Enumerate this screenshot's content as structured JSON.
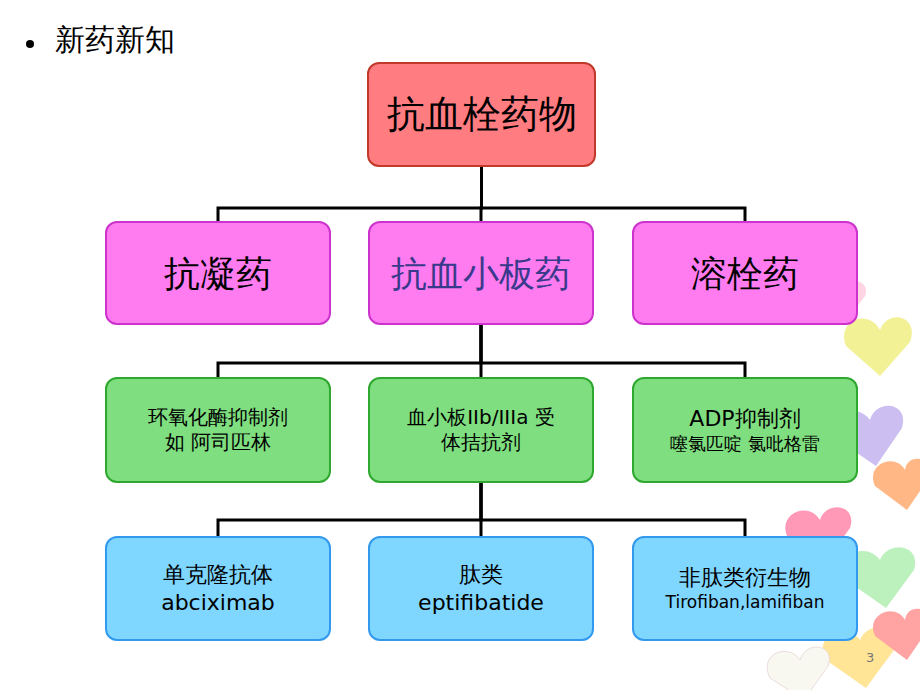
{
  "diagram": {
    "title": "新药新知",
    "nodes": [
      {
        "text": [
          "抗血栓药物"
        ]
      },
      {
        "text": [
          "抗凝药"
        ]
      },
      {
        "text": [
          "抗血小板药"
        ]
      },
      {
        "text": [
          "溶栓药"
        ]
      },
      {
        "text": [
          "环氧化酶抑制剂 如 阿司匹林"
        ]
      },
      {
        "text": [
          "血小板IIb/IIIa 受体拮抗剂"
        ]
      },
      {
        "text": [
          "ADP抑制剂",
          "噻氯匹啶 氯吡格雷"
        ]
      },
      {
        "text": [
          "单克隆抗体",
          "abciximab"
        ]
      },
      {
        "text": [
          "肽类",
          "eptifibatide"
        ]
      },
      {
        "text": [
          "非肽类衍生物",
          "Tirofiban,lamifiban"
        ]
      }
    ],
    "edges": [
      {
        "from": 0,
        "to": 1,
        "arrow": "none"
      },
      {
        "from": 0,
        "to": 2,
        "arrow": "none"
      },
      {
        "from": 0,
        "to": 3,
        "arrow": "none"
      },
      {
        "from": 2,
        "to": 4,
        "arrow": "none"
      },
      {
        "from": 2,
        "to": 5,
        "arrow": "none"
      },
      {
        "from": 2,
        "to": 6,
        "arrow": "none"
      },
      {
        "from": 5,
        "to": 7,
        "arrow": "none"
      },
      {
        "from": 5,
        "to": 8,
        "arrow": "none"
      },
      {
        "from": 5,
        "to": 9,
        "arrow": "none"
      }
    ],
    "labels": [
      "3"
    ]
  }
}
